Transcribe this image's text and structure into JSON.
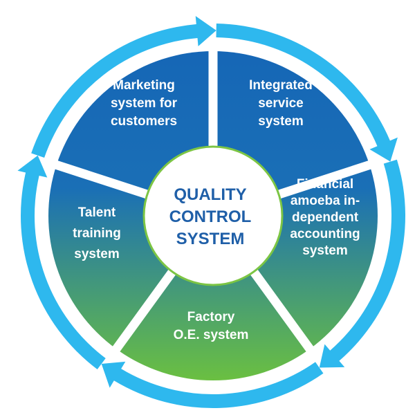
{
  "center": {
    "lines": [
      "QUALITY",
      "CONTROL",
      "SYSTEM"
    ],
    "text_color": "#1f5fa8",
    "ring_color": "#7cc544"
  },
  "segments": [
    {
      "id": "marketing",
      "lines": [
        "Marketing",
        "system for",
        "customers"
      ]
    },
    {
      "id": "integrated-service",
      "lines": [
        "Integrated",
        "service",
        "system"
      ]
    },
    {
      "id": "financial-amoeba",
      "lines": [
        "Financial",
        "amoeba in-",
        "dependent",
        "accounting",
        "system"
      ]
    },
    {
      "id": "factory-oe",
      "lines": [
        "Factory",
        "O.E. system"
      ]
    },
    {
      "id": "talent-training",
      "lines": [
        "Talent",
        "training",
        "system"
      ]
    }
  ],
  "colors": {
    "segment_top": "#1565b6",
    "segment_bottom": "#6cc13f",
    "arrow": "#2eb8ee",
    "label_text": "#ffffff",
    "divider": "#ffffff"
  },
  "icons": {
    "cycle_arrows": "clockwise-arrow-icon"
  }
}
